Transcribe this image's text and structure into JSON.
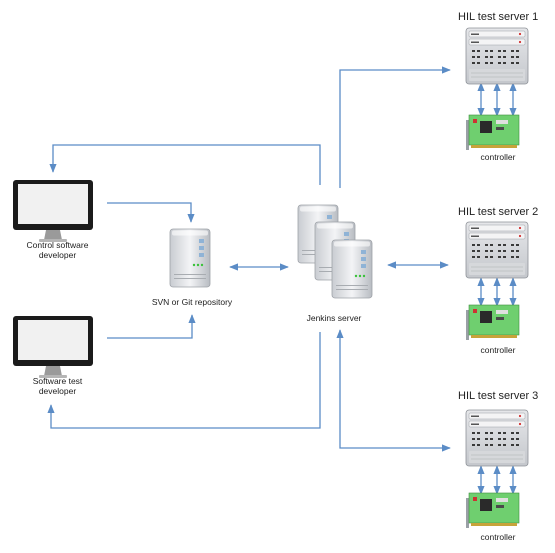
{
  "labels": {
    "control_dev": [
      "Control software",
      "developer"
    ],
    "test_dev": [
      "Software test",
      "developer"
    ],
    "repo": "SVN or Git repository",
    "jenkins": "Jenkins server",
    "hil1": "HIL test server 1",
    "hil2": "HIL test server 2",
    "hil3": "HIL test server 3",
    "controller": "controller"
  },
  "colors": {
    "arrow": "#5b8cc6",
    "screen": "#f2f2f2",
    "board": "#6fcf6f"
  }
}
